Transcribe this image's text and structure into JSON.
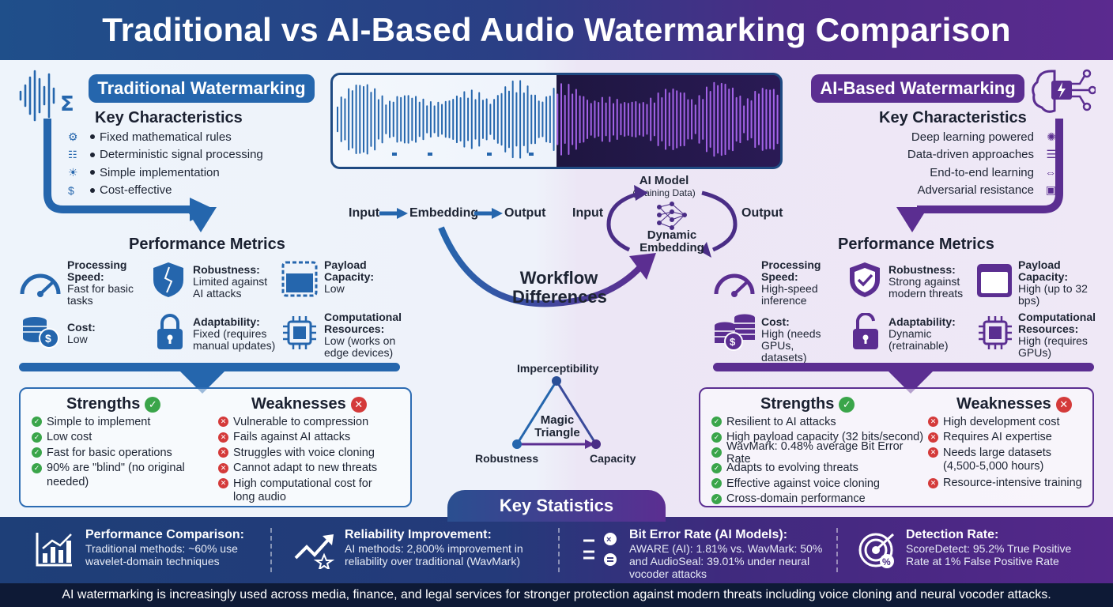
{
  "title": "Traditional vs AI-Based Audio Watermarking Comparison",
  "traditional": {
    "heading": "Traditional Watermarking",
    "characteristics_title": "Key Characteristics",
    "characteristics": [
      "Fixed mathematical rules",
      "Deterministic signal processing",
      "Simple implementation",
      "Cost-effective"
    ],
    "metrics_title": "Performance Metrics",
    "metrics": [
      {
        "label": "Processing Speed:",
        "value": "Fast for basic tasks",
        "icon": "speedometer-icon"
      },
      {
        "label": "Robustness:",
        "value": "Limited against AI attacks",
        "icon": "cracked-shield-icon"
      },
      {
        "label": "Payload Capacity:",
        "value": "Low",
        "icon": "capacity-bar-icon"
      },
      {
        "label": "Cost:",
        "value": "Low",
        "icon": "coins-icon"
      },
      {
        "label": "Adaptability:",
        "value": "Fixed (requires manual updates)",
        "icon": "lock-icon"
      },
      {
        "label": "Computational Resources:",
        "value": "Low (works on edge devices)",
        "icon": "chip-icon"
      }
    ],
    "strengths_title": "Strengths",
    "strengths": [
      "Simple to implement",
      "Low cost",
      "Fast for basic operations",
      "90% are \"blind\" (no original",
      "needed)"
    ],
    "weaknesses_title": "Weaknesses",
    "weaknesses": [
      "Vulnerable to compression",
      "Fails against AI attacks",
      "Struggles with voice cloning",
      "Cannot adapt to new threats",
      "High computational cost for",
      "long audio"
    ]
  },
  "ai": {
    "heading": "AI-Based Watermarking",
    "characteristics_title": "Key Characteristics",
    "characteristics": [
      "Deep learning powered",
      "Data-driven approaches",
      "End-to-end learning",
      "Adversarial resistance"
    ],
    "metrics_title": "Performance Metrics",
    "metrics": [
      {
        "label": "Processing Speed:",
        "value": "High-speed inference",
        "icon": "speedometer-icon"
      },
      {
        "label": "Robustness:",
        "value": "Strong against modern threats",
        "icon": "check-shield-icon"
      },
      {
        "label": "Payload Capacity:",
        "value": "High (up to 32 bps)",
        "icon": "capacity-bar-icon"
      },
      {
        "label": "Cost:",
        "value": "High (needs GPUs, datasets)",
        "icon": "coins-icon"
      },
      {
        "label": "Adaptability:",
        "value": "Dynamic (retrainable)",
        "icon": "unlock-icon"
      },
      {
        "label": "Computational Resources:",
        "value": "High (requires GPUs)",
        "icon": "chip-icon"
      }
    ],
    "strengths_title": "Strengths",
    "strengths": [
      "Resilient to AI attacks",
      "High payload capacity (32 bits/second)",
      "WavMark: 0.48% average Bit Error Rate",
      "Adapts to evolving threats",
      "Effective against voice cloning",
      "Cross-domain performance"
    ],
    "weaknesses_title": "Weaknesses",
    "weaknesses": [
      "High development cost",
      "Requires AI expertise",
      "Needs large datasets",
      "(4,500-5,000 hours)",
      "Resource-intensive training"
    ]
  },
  "workflow": {
    "trad_input": "Input",
    "trad_embedding": "Embedding",
    "trad_output": "Output",
    "ai_model": "AI Model",
    "ai_training": "(Training Data)",
    "ai_input": "Input",
    "ai_output": "Output",
    "ai_dynamic": "Dynamic",
    "ai_embedding": "Embedding",
    "label_line1": "Workflow",
    "label_line2": "Differences"
  },
  "triangle": {
    "top": "Imperceptibility",
    "left": "Robustness",
    "right": "Capacity",
    "center_line1": "Magic",
    "center_line2": "Triangle"
  },
  "stats": {
    "title": "Key Statistics",
    "items": [
      {
        "title": "Performance Comparison:",
        "line1": "Traditional methods: ~60% use",
        "line2": "wavelet-domain techniques",
        "line3": "",
        "icon": "bar-chart-icon"
      },
      {
        "title": "Reliability Improvement:",
        "line1": "AI methods: 2,800% improvement in",
        "line2": "reliability over traditional (WavMark)",
        "line3": "",
        "icon": "trend-up-icon"
      },
      {
        "title": "Bit Error Rate (AI Models):",
        "line1": "AWARE (AI): 1.81% vs. WavMark: 50%",
        "line2": "and AudioSeal: 39.01% under neural",
        "line3": "vocoder attacks",
        "icon": "calculator-icon"
      },
      {
        "title": "Detection Rate:",
        "line1": "ScoreDetect: 95.2% True Positive",
        "line2": "Rate at 1% False Positive Rate",
        "line3": "",
        "icon": "target-icon"
      }
    ]
  },
  "footer": "AI watermarking is increasingly used across media, finance, and legal services for stronger protection against modern threats including voice cloning and neural vocoder attacks.",
  "colors": {
    "traditional": "#2566ad",
    "ai": "#5b2e91",
    "check": "#3aa54a",
    "cross": "#d43a3a"
  }
}
